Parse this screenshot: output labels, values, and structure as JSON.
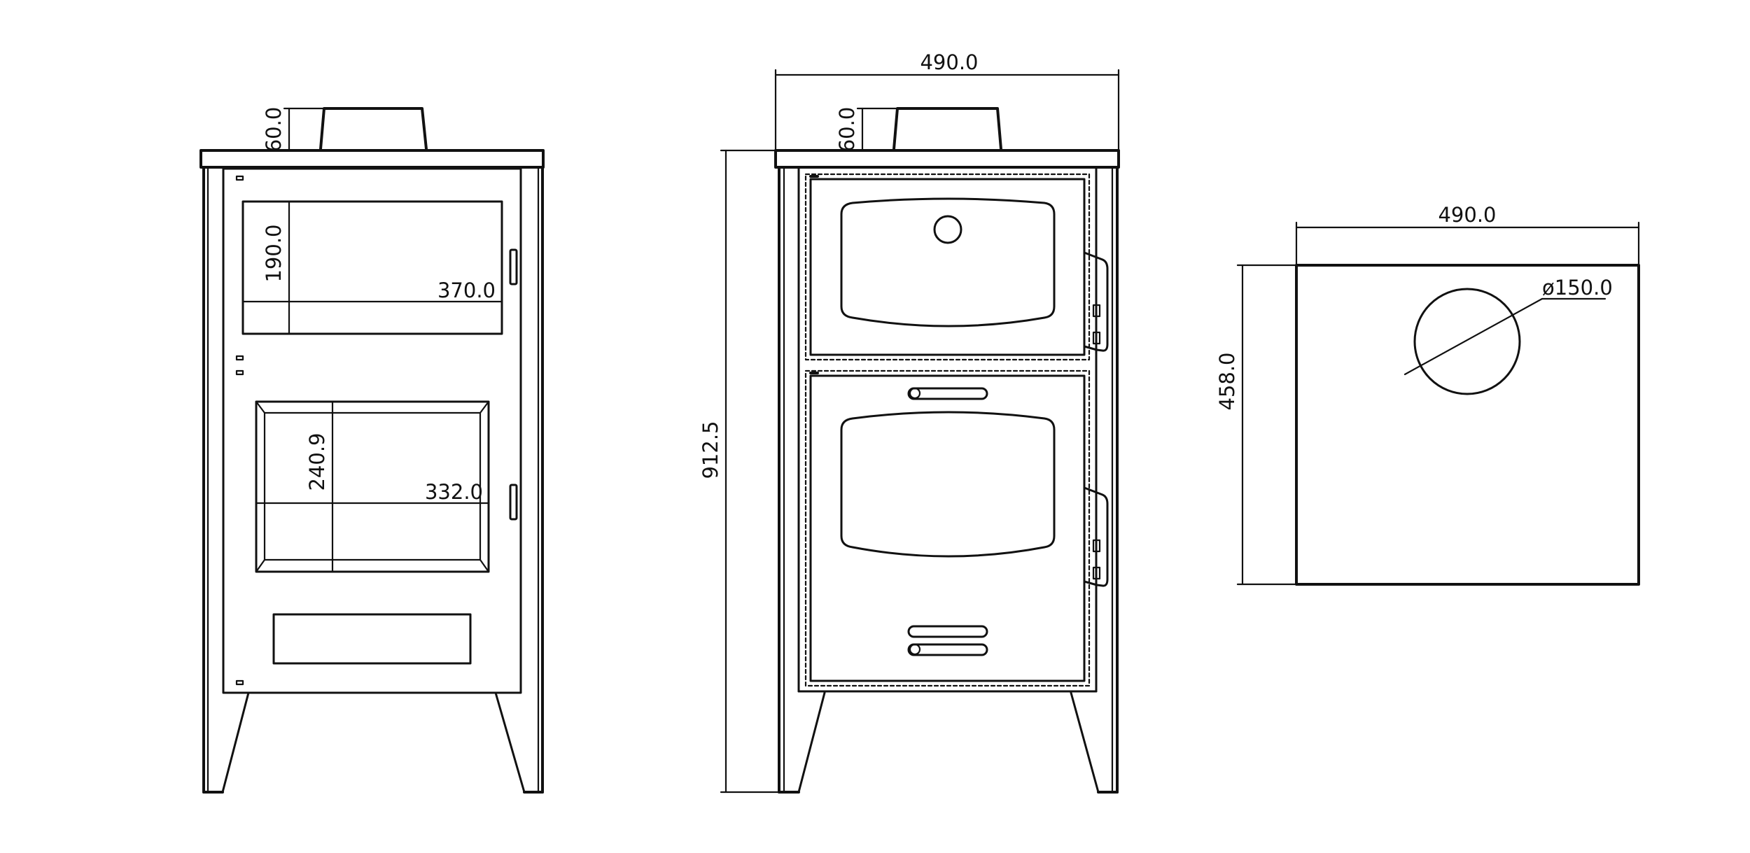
{
  "colors": {
    "line": "#111111",
    "background": "#ffffff"
  },
  "front_view": {
    "flue_height": "60.0",
    "upper_window_height": "190.0",
    "upper_window_width": "370.0",
    "firebox_height": "240.9",
    "firebox_width": "332.0"
  },
  "side_view": {
    "overall_width": "490.0",
    "flue_height": "60.0",
    "overall_height": "912.5"
  },
  "top_view": {
    "width": "490.0",
    "depth": "458.0",
    "flue_diameter": "ø150.0"
  }
}
